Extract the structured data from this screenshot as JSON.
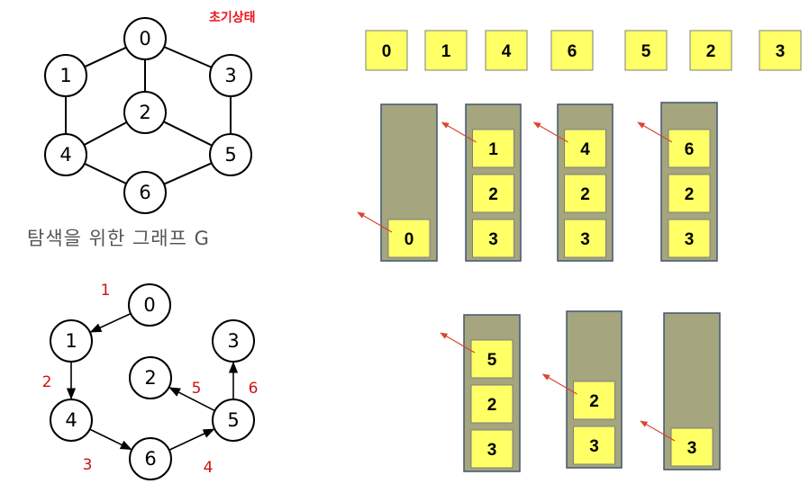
{
  "title": "초기상태",
  "graph_caption": "탐색을 위한 그래프 G",
  "graph_nodes": [
    "0",
    "1",
    "2",
    "3",
    "4",
    "5",
    "6"
  ],
  "graph_edges": [
    [
      "0",
      "1"
    ],
    [
      "0",
      "2"
    ],
    [
      "0",
      "3"
    ],
    [
      "1",
      "4"
    ],
    [
      "2",
      "4"
    ],
    [
      "2",
      "5"
    ],
    [
      "3",
      "5"
    ],
    [
      "4",
      "6"
    ],
    [
      "6",
      "5"
    ]
  ],
  "dfs_nodes": [
    "0",
    "1",
    "2",
    "3",
    "4",
    "5",
    "6"
  ],
  "dfs_edges": [
    {
      "from": "0",
      "to": "1",
      "order": "1"
    },
    {
      "from": "1",
      "to": "4",
      "order": "2"
    },
    {
      "from": "4",
      "to": "6",
      "order": "3"
    },
    {
      "from": "6",
      "to": "5",
      "order": "4"
    },
    {
      "from": "5",
      "to": "2",
      "order": "5"
    },
    {
      "from": "5",
      "to": "3",
      "order": "6"
    }
  ],
  "visit_sequence": [
    "0",
    "1",
    "4",
    "6",
    "5",
    "2",
    "3"
  ],
  "stacks": [
    [
      "0"
    ],
    [
      "1",
      "2",
      "3"
    ],
    [
      "4",
      "2",
      "3"
    ],
    [
      "6",
      "2",
      "3"
    ],
    [
      "5",
      "2",
      "3"
    ],
    [
      "2",
      "3"
    ],
    [
      "3"
    ]
  ],
  "colors": {
    "box_fill": "#ffff66",
    "box_stroke": "#7f7f7f",
    "stack_fill": "#a5a57e",
    "stack_stroke": "#3f5770",
    "pointer": "#d9462e",
    "order_text": "#cc1111",
    "title_text": "#e8141e"
  }
}
